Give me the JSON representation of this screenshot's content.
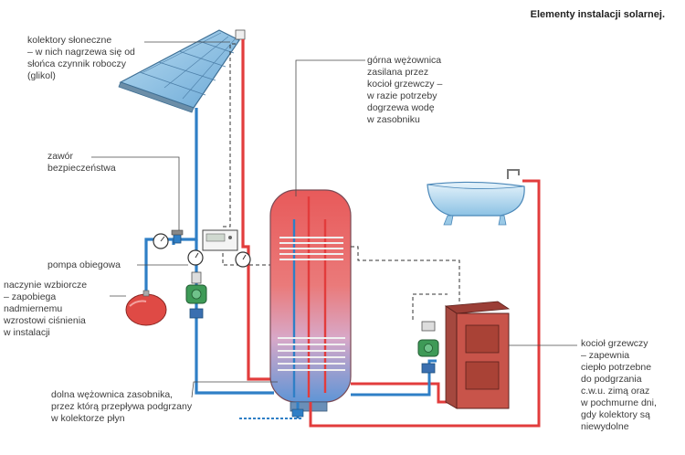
{
  "title": "Elementy instalacji solarnej.",
  "labels": {
    "collectors": "kolektory słoneczne\n– w nich nagrzewa się od\nsłońca czynnik roboczy\n(glikol)",
    "valve": "zawór\nbezpieczeństwa",
    "pump": "pompa obiegowa",
    "expansion": "naczynie wzbiorcze\n– zapobiega\nnadmiernemu\nwzrostowi ciśnienia\nw instalacji",
    "upper_coil": "górna wężownica\nzasilana przez\nkocioł grzewczy –\nw razie potrzeby\ndogrzewa wodę\nw zasobniku",
    "lower_coil": "dolna wężownica zasobnika,\nprzez którą przepływa podgrzany\nw kolektorze płyn",
    "boiler": "kocioł grzewczy\n– zapewnia\nciepło potrzebne\ndo podgrzania\nc.w.u. zimą oraz\nw pochmurne dni,\ngdy kolektory są\nniewydolne"
  },
  "colors": {
    "hot": "#e23c3c",
    "cold": "#2f7fc6",
    "tank_top": "#e85a5a",
    "tank_bottom": "#5f95d6",
    "collector": "#8ec3e6",
    "boiler": "#c8544a",
    "vessel": "#df4a45",
    "pump": "#3e9a57",
    "leader": "#4a4a4a"
  }
}
